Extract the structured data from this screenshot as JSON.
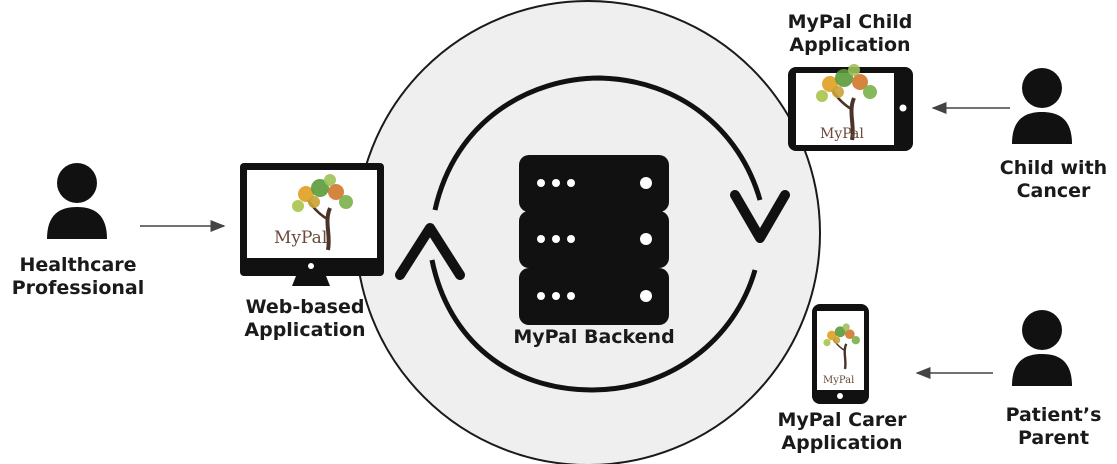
{
  "actors": {
    "healthcare": "Healthcare\nProfessional",
    "child": "Child with\nCancer",
    "parent": "Patient’s\nParent"
  },
  "apps": {
    "web": "Web-based\nApplication",
    "child": "MyPal Child\nApplication",
    "carer": "MyPal Carer\nApplication"
  },
  "backend": {
    "label": "MyPal Backend"
  },
  "brand": {
    "logo_text": "MyPal"
  }
}
